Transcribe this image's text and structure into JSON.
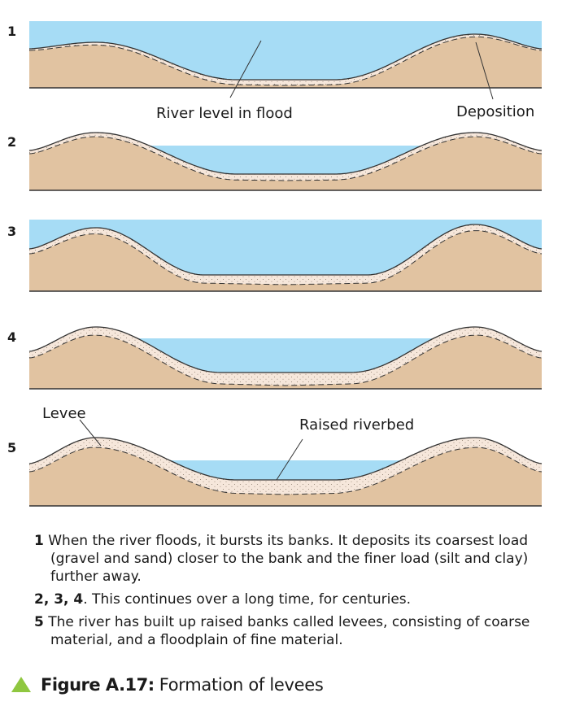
{
  "diagram": {
    "stages": [
      "1",
      "2",
      "3",
      "4",
      "5"
    ],
    "labels": {
      "river_level": "River level in flood",
      "deposition": "Deposition",
      "levee": "Levee",
      "raised_riverbed": "Raised riverbed"
    },
    "colors": {
      "water": "#a6dcf5",
      "ground": "#e1c3a1",
      "sediment": "#f6e7db",
      "outline": "#333333",
      "figure_marker": "#8fc740"
    }
  },
  "captions": [
    {
      "num": "1",
      "text": "When the river floods, it bursts its banks. It deposits its coarsest load (gravel and sand) closer to the bank and the finer load (silt and clay) further away."
    },
    {
      "num": "2, 3, 4",
      "text": ". This continues over a long time, for centuries."
    },
    {
      "num": "5",
      "text": "The river has built up raised banks called levees, consisting of coarse material, and a floodplain of fine material."
    }
  ],
  "figure": {
    "label": "Figure A.17:",
    "title": "Formation of levees"
  }
}
